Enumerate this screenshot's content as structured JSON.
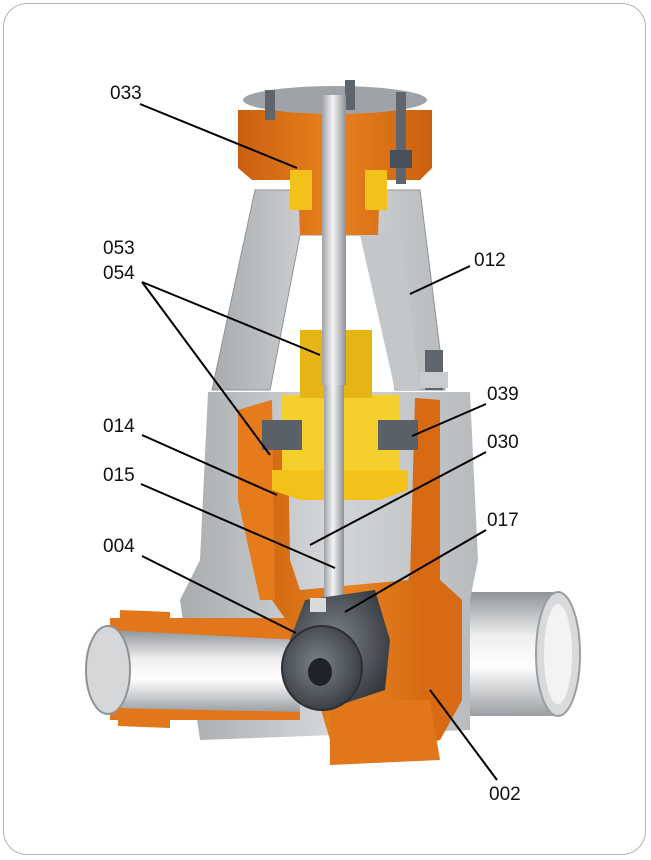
{
  "colors": {
    "body_orange": "#e2761a",
    "body_dark_orange": "#b85a10",
    "bonnet_yellow": "#f2c21b",
    "steel_grey": "#b9bcbf",
    "steel_light": "#e6e7e8",
    "disc_dark": "#4c5259",
    "frame_border": "#b3b3b3"
  },
  "callouts": [
    {
      "id": "033",
      "text": "033"
    },
    {
      "id": "053",
      "text": "053"
    },
    {
      "id": "054",
      "text": "054"
    },
    {
      "id": "012",
      "text": "012"
    },
    {
      "id": "039",
      "text": "039"
    },
    {
      "id": "014",
      "text": "014"
    },
    {
      "id": "030",
      "text": "030"
    },
    {
      "id": "015",
      "text": "015"
    },
    {
      "id": "017",
      "text": "017"
    },
    {
      "id": "004",
      "text": "004"
    },
    {
      "id": "002",
      "text": "002"
    }
  ]
}
